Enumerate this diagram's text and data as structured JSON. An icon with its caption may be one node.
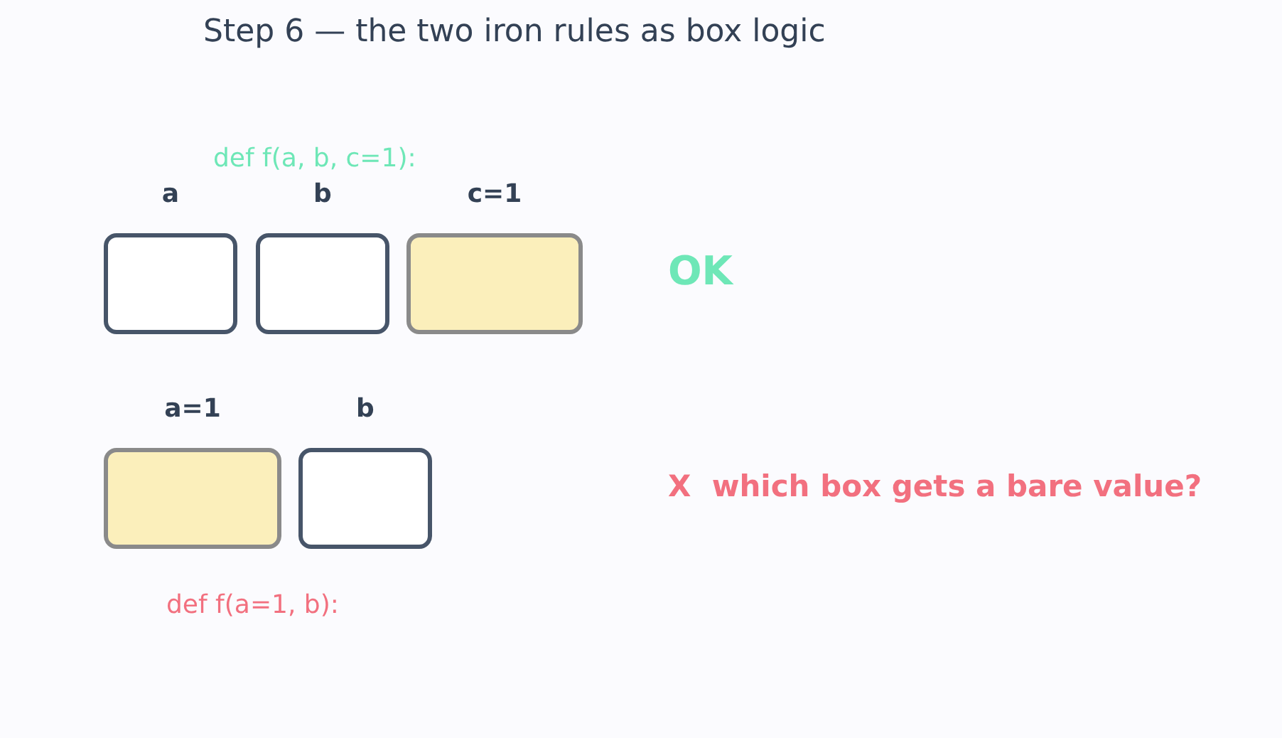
{
  "diagram": {
    "title": "Step 6 — the two iron rules as box logic",
    "nodes": [
      {
        "text": [
          "a"
        ]
      },
      {
        "text": [
          "b"
        ]
      },
      {
        "text": [
          "c=1"
        ]
      },
      {
        "text": [
          "a=1"
        ]
      },
      {
        "text": [
          "b"
        ]
      }
    ],
    "edges": [],
    "labels": [
      "def f(a, b, c=1):",
      "OK",
      "X  which box gets a bare value?",
      "def f(a=1, b):"
    ]
  }
}
